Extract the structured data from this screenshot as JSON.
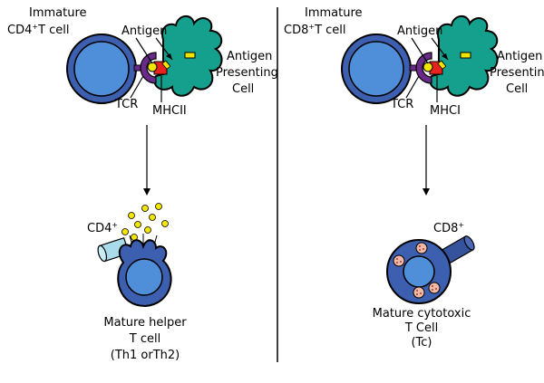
{
  "left": {
    "immature_line1": "Immature",
    "immature_line2_pre": "CD4",
    "immature_line2_sup": "+",
    "immature_line2_post": "T cell",
    "antigen": "Antigen",
    "apc_line1": "Antigen",
    "apc_line2": "Presenting",
    "apc_line3": "Cell",
    "tcr": "TCR",
    "mhc": "MHCII",
    "marker_pre": "CD4",
    "marker_sup": "+",
    "mature_line1": "Mature helper",
    "mature_line2": "T cell",
    "mature_line3": "(Th1 orTh2)"
  },
  "right": {
    "immature_line1": "Immature",
    "immature_line2_pre": "CD8",
    "immature_line2_sup": "+",
    "immature_line2_post": "T cell",
    "antigen": "Antigen",
    "apc_line1": "Antigen",
    "apc_line2": "Presenting",
    "apc_line3": "Cell",
    "tcr": "TCR",
    "mhc": "MHCI",
    "marker_pre": "CD8",
    "marker_sup": "+",
    "mature_line1": "Mature cytotoxic",
    "mature_line2": "T Cell",
    "mature_line3": "(Tc)"
  },
  "colors": {
    "cell_outer": "#3d5fb0",
    "cell_inner": "#4f8ed8",
    "apc": "#14a08c",
    "tcr": "#6a2a8a",
    "mhc": "#e8231b",
    "antigen": "#f2e600",
    "cd4_marker": "#a8dcea",
    "cd8_marker": "#35529c",
    "granule": "#f2b9a6"
  }
}
